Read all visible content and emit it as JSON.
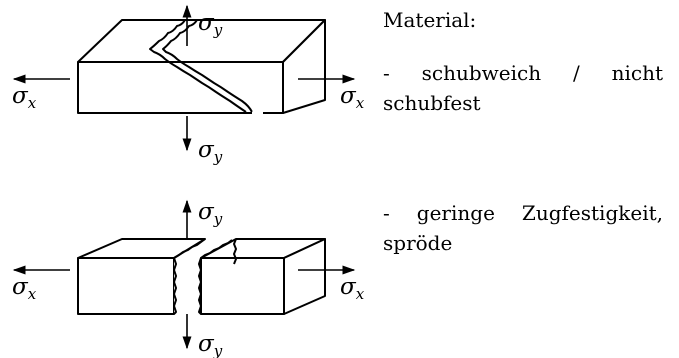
{
  "symbols": {
    "sigma": "σ",
    "x": "x",
    "y": "y"
  },
  "text": {
    "material_heading": "Material:",
    "case1_line1": "- schubweich / nicht",
    "case1_line2": "schubfest",
    "case2_line1": "- geringe Zugfestigkeit,",
    "case2_line2": "spröde"
  }
}
